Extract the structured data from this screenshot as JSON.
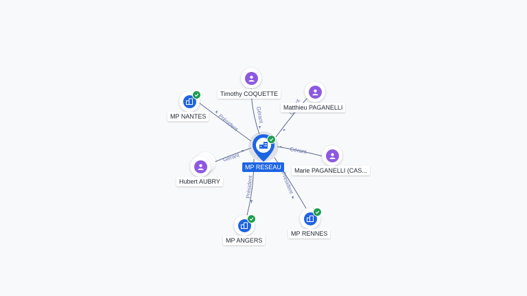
{
  "colors": {
    "person": "#8e59e0",
    "company": "#1f63e0",
    "center": "#1d64e2",
    "verified": "#1e9e4f",
    "edge": "#5b6a86",
    "edge_label": "#6b7ab0"
  },
  "center": {
    "label": "MP RESEAU",
    "icon": "building-icon",
    "verified": true
  },
  "nodes": [
    {
      "id": "timothy",
      "label": "Timothy COQUETTE",
      "type": "person",
      "icon": "person-icon"
    },
    {
      "id": "matthieu",
      "label": "Matthieu PAGANELLI",
      "type": "person",
      "icon": "person-icon"
    },
    {
      "id": "marie",
      "label": "Marie PAGANELLI (CAS...",
      "type": "person",
      "icon": "person-icon"
    },
    {
      "id": "hubert",
      "label": "Hubert AUBRY",
      "type": "person",
      "icon": "person-icon"
    },
    {
      "id": "nantes",
      "label": "MP NANTES",
      "type": "company",
      "icon": "building-icon",
      "verified": true
    },
    {
      "id": "angers",
      "label": "MP ANGERS",
      "type": "company",
      "icon": "building-icon",
      "verified": true
    },
    {
      "id": "rennes",
      "label": "MP RENNES",
      "type": "company",
      "icon": "building-icon",
      "verified": true
    }
  ],
  "edges": [
    {
      "id": "e-timothy",
      "label": "Gérant"
    },
    {
      "id": "e-matthieu",
      "label": "Gérant"
    },
    {
      "id": "e-marie",
      "label": "Gérant"
    },
    {
      "id": "e-hubert",
      "label": "Gérant"
    },
    {
      "id": "e-nantes",
      "label": "Président"
    },
    {
      "id": "e-angers",
      "label": "Président"
    },
    {
      "id": "e-rennes",
      "label": "Président"
    }
  ]
}
